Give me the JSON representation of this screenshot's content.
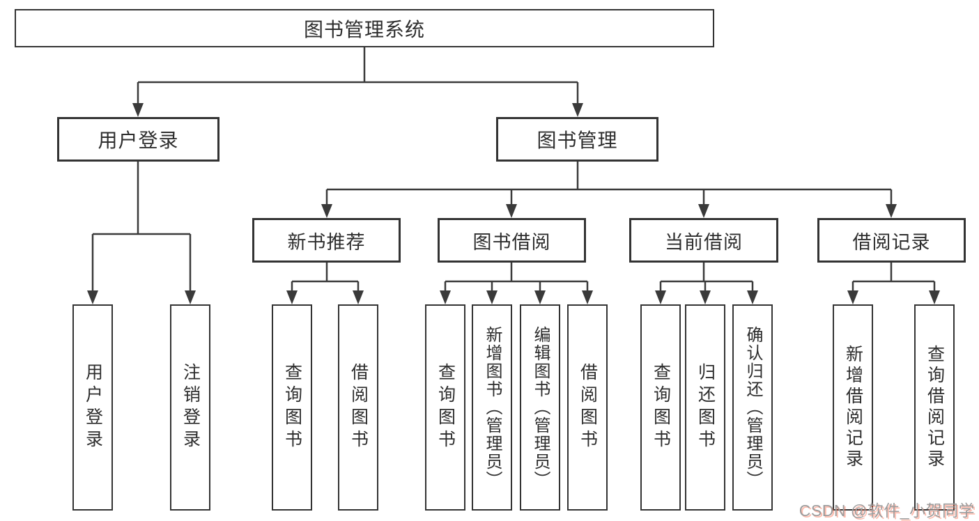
{
  "diagram_type": "functional-structure-tree",
  "colors": {
    "line": "#3a3a3a",
    "box_border": "#333333",
    "text": "#2d2d2d",
    "watermark_gray": "#9c9c9c",
    "watermark_red": "#fc5531"
  },
  "nodes": {
    "root": {
      "label": "图书管理系统"
    },
    "user_login": {
      "label": "用户登录",
      "children": {
        "login": {
          "label": "用户登录"
        },
        "logout": {
          "label": "注销登录"
        }
      }
    },
    "book_mgmt": {
      "label": "图书管理",
      "children": {
        "new_book_rec": {
          "label": "新书推荐",
          "children": {
            "query_book": {
              "label": "查询图书"
            },
            "borrow_book": {
              "label": "借阅图书"
            }
          }
        },
        "book_borrow": {
          "label": "图书借阅",
          "children": {
            "query_book": {
              "label": "查询图书"
            },
            "add_book": {
              "label": "新增图书（管理员）"
            },
            "edit_book": {
              "label": "编辑图书（管理员）"
            },
            "borrow_book": {
              "label": "借阅图书"
            }
          }
        },
        "current_borrow": {
          "label": "当前借阅",
          "children": {
            "query_book": {
              "label": "查询图书"
            },
            "return_book": {
              "label": "归还图书"
            },
            "confirm_return": {
              "label": "确认归还（管理员）"
            }
          }
        },
        "borrow_record": {
          "label": "借阅记录",
          "children": {
            "add_record": {
              "label": "新增借阅记录"
            },
            "query_record": {
              "label": "查询借阅记录"
            }
          }
        }
      }
    }
  },
  "watermark": "CSDN @软件_小贺同学"
}
